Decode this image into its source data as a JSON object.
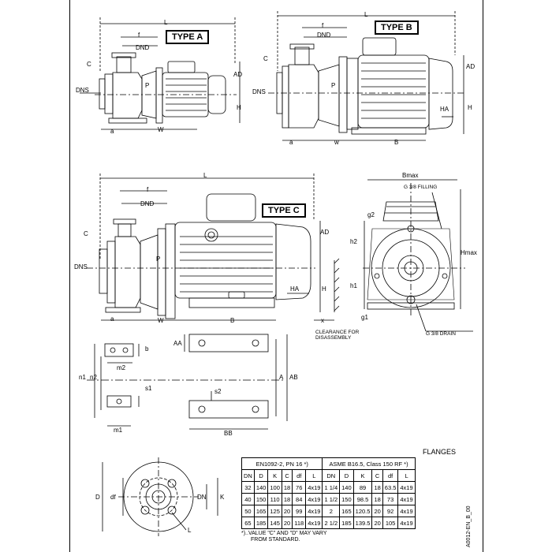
{
  "drawing": {
    "type_a": "TYPE A",
    "type_b": "TYPE B",
    "type_c": "TYPE C",
    "doc_code": "A0012-EN_B_00",
    "clearance_note_1": "CLEARANCE FOR",
    "clearance_note_2": "DISASSEMBLY",
    "filling": "G 3/8 FILLING",
    "drain": "G 3/8 DRAIN"
  },
  "labels": {
    "L": "L",
    "f": "f",
    "DND": "DND",
    "C": "C",
    "DNS": "DNS",
    "P": "P",
    "AD": "AD",
    "H": "H",
    "HA": "HA",
    "a": "a",
    "w": "W",
    "w_b": "w",
    "B": "B",
    "x": "x",
    "Bmax": "Bmax",
    "Hmax": "Hmax",
    "h1": "h1",
    "h2": "h2",
    "g1": "g1",
    "g2": "g2",
    "AA": "AA",
    "AB": "AB",
    "A": "A",
    "BB": "BB",
    "n1": "n1",
    "n2": "n2",
    "m1": "m1",
    "m2": "m2",
    "b": "b",
    "s1": "s1",
    "s2": "s2",
    "D": "D",
    "df": "df",
    "DN": "DN",
    "K": "K",
    "Lflange": "L"
  },
  "flanges": {
    "title": "FLANGES",
    "en_header": "EN1092-2, PN 16 *)",
    "asme_header": "ASME B16.5, Class 150 RF *)",
    "columns": [
      "DN",
      "D",
      "K",
      "C",
      "df",
      "L",
      "DN",
      "D",
      "K",
      "C",
      "df",
      "L"
    ],
    "rows": [
      [
        "32",
        "140",
        "100",
        "18",
        "76",
        "4x19",
        "1 1/4",
        "140",
        "89",
        "18",
        "63.5",
        "4x19"
      ],
      [
        "40",
        "150",
        "110",
        "18",
        "84",
        "4x19",
        "1 1/2",
        "150",
        "98.5",
        "18",
        "73",
        "4x19"
      ],
      [
        "50",
        "165",
        "125",
        "20",
        "99",
        "4x19",
        "2",
        "165",
        "120.5",
        "20",
        "92",
        "4x19"
      ],
      [
        "65",
        "185",
        "145",
        "20",
        "118",
        "4x19",
        "2 1/2",
        "185",
        "139.5",
        "20",
        "105",
        "4x19"
      ]
    ],
    "note_1": "*)..VALUE \"C\" AND \"D\" MAY VARY",
    "note_2": "FROM STANDARD."
  }
}
